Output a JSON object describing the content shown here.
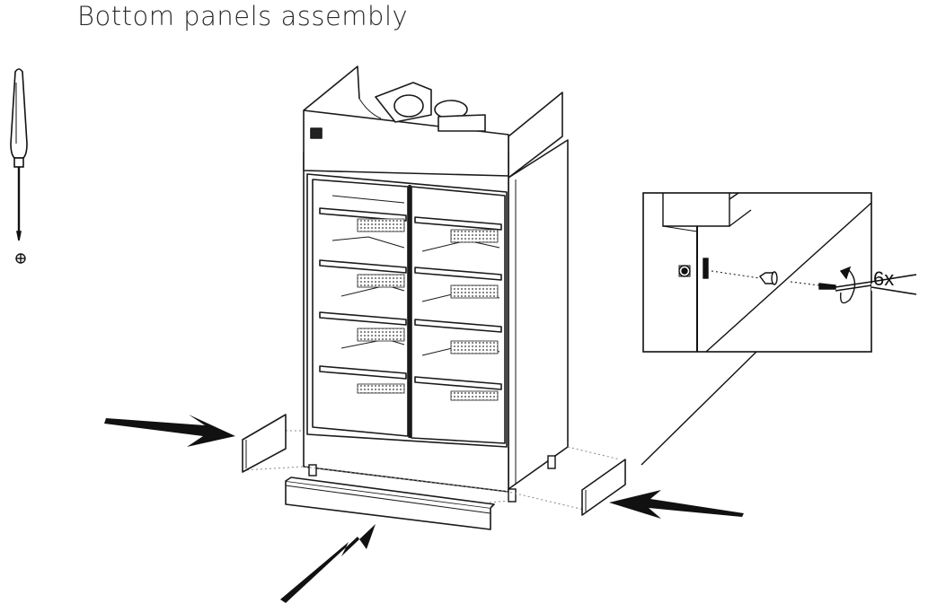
{
  "page": {
    "title": "Bottom panels assembly"
  },
  "detail": {
    "count_label": "6x"
  },
  "tools": {
    "screwdriver_icon": "phillips-screwdriver",
    "head_symbol": "phillips-head-symbol"
  },
  "colors": {
    "ink": "#111111",
    "line": "#1a1a1a",
    "dotted": "#888888",
    "background": "#ffffff"
  }
}
